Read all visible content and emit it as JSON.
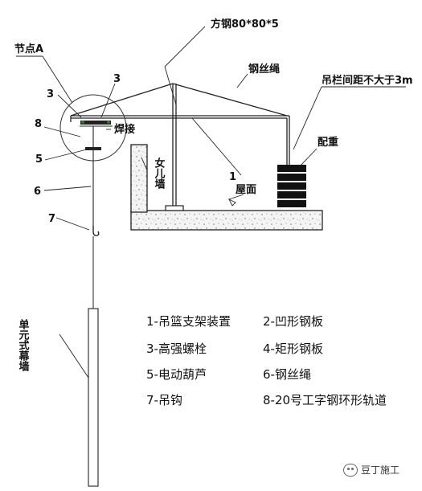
{
  "labels": {
    "node_a": "节点A",
    "steel": "方钢80*80*5",
    "wire_rope": "钢丝绳",
    "spacing": "吊栏间距不大于3m",
    "counterweight": "配重",
    "weld": "焊接",
    "parapet": "女儿墙",
    "roof": "屋面",
    "curtain_wall": "单元式幕墙",
    "n1": "1",
    "n3a": "3",
    "n3b": "3",
    "n8": "8",
    "n5": "5",
    "n6": "6",
    "n7": "7"
  },
  "legend": [
    "1-吊篮支架装置",
    "2-凹形钢板",
    "3-高强螺栓",
    "4-矩形钢板",
    "5-电动葫芦",
    "6-钢丝绳",
    "7-吊钩",
    "8-20号工字钢环形轨道"
  ],
  "watermark": "豆丁施工"
}
